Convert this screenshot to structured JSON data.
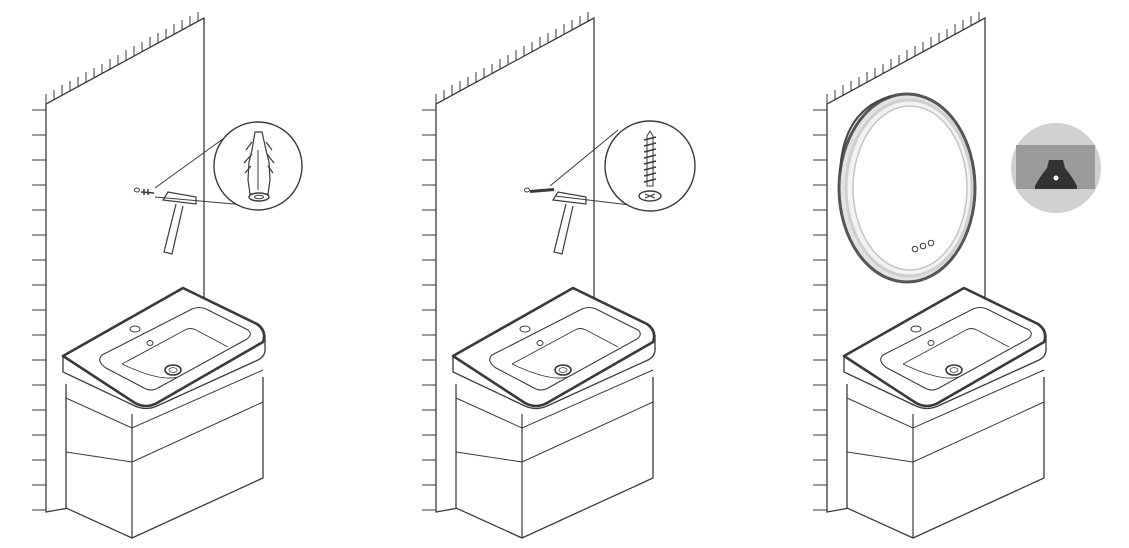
{
  "diagram": {
    "steps": [
      {
        "step": 1,
        "tool": "hammer",
        "detail": "wall-anchor"
      },
      {
        "step": 2,
        "tool": "hammer",
        "detail": "screw"
      },
      {
        "step": 3,
        "tool": "none",
        "detail": "hanging-bracket"
      }
    ],
    "colors": {
      "line": "#3a3a3a",
      "frame_dark": "#555555",
      "mirror_glow": "#e3e3e3",
      "bracket_bg": "#d0d0d0",
      "bracket_plate": "#9a9a9a",
      "bracket_hook": "#333333"
    }
  }
}
